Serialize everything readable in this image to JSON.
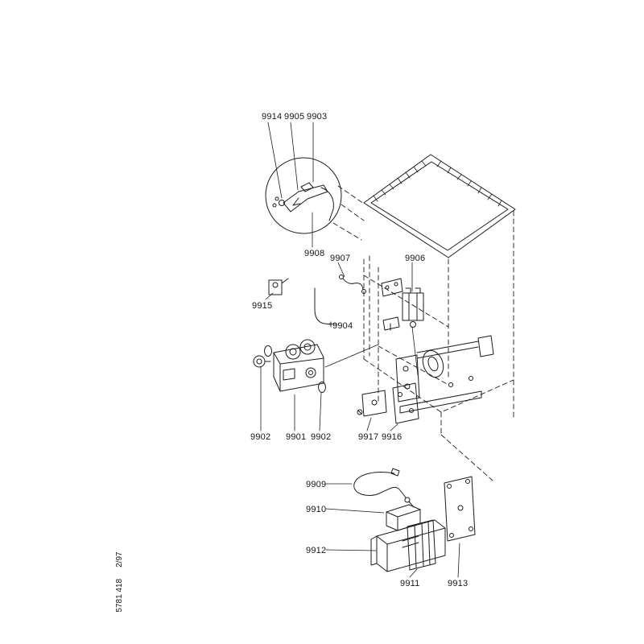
{
  "colors": {
    "line": "#1c1c1c",
    "background": "#ffffff"
  },
  "footer": {
    "code": "5781 418",
    "issue": "2/97"
  },
  "labels": {
    "l9914": "9914",
    "l9905": "9905",
    "l9903": "9903",
    "l9908": "9908",
    "l9907": "9907",
    "l9906": "9906",
    "l9915": "9915",
    "l9904": "9904",
    "l9902a": "9902",
    "l9901": "9901",
    "l9902b": "9902",
    "l9917": "9917",
    "l9916": "9916",
    "l9909": "9909",
    "l9910": "9910",
    "l9912": "9912",
    "l9911": "9911",
    "l9913": "9913"
  }
}
